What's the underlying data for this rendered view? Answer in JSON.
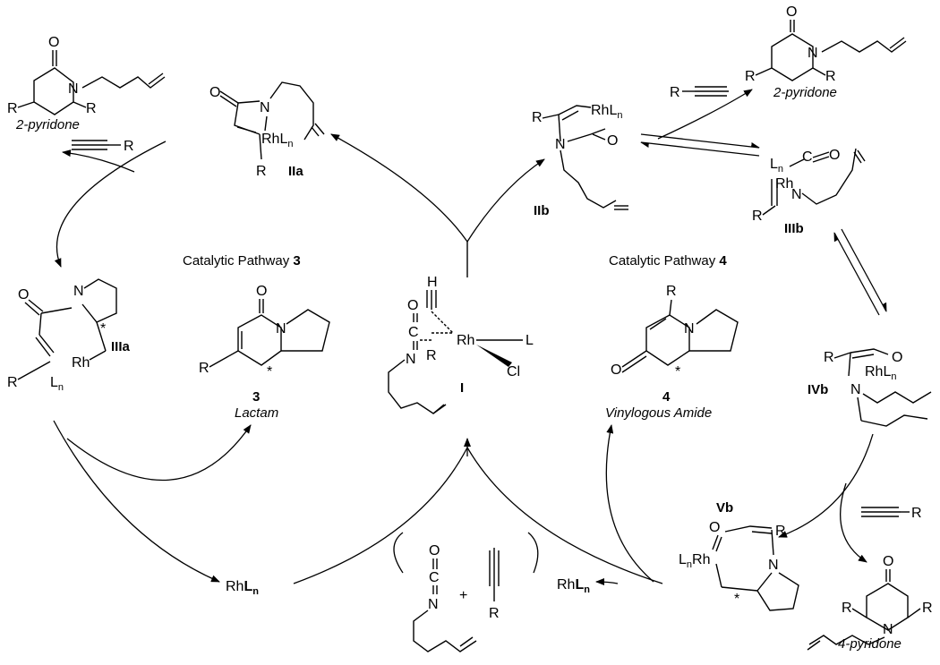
{
  "pathways": {
    "p3_label": "Catalytic Pathway ",
    "p3_num": "3",
    "p4_label": "Catalytic Pathway ",
    "p4_num": "4"
  },
  "atoms": {
    "O": "O",
    "N": "N",
    "R": "R",
    "C": "C",
    "H": "H",
    "L": "L",
    "Cl": "Cl",
    "Rh": "Rh",
    "star": "*",
    "plus": "+"
  },
  "rhl": {
    "text": "RhL",
    "sub": "n"
  },
  "lnrh": {
    "L": "L",
    "sub": "n",
    "rest": "Rh"
  },
  "products": {
    "pyridone2": "2-pyridone",
    "pyridone4": "4-pyridone",
    "lactam_num": "3",
    "lactam_name": "Lactam",
    "amide_num": "4",
    "amide_name": "Vinylogous Amide"
  },
  "intermediates": {
    "I": "I",
    "IIa": "IIa",
    "IIb": "IIb",
    "IIIa": "IIIa",
    "IIIb": "IIIb",
    "IVb": "IVb",
    "Vb": "Vb"
  }
}
